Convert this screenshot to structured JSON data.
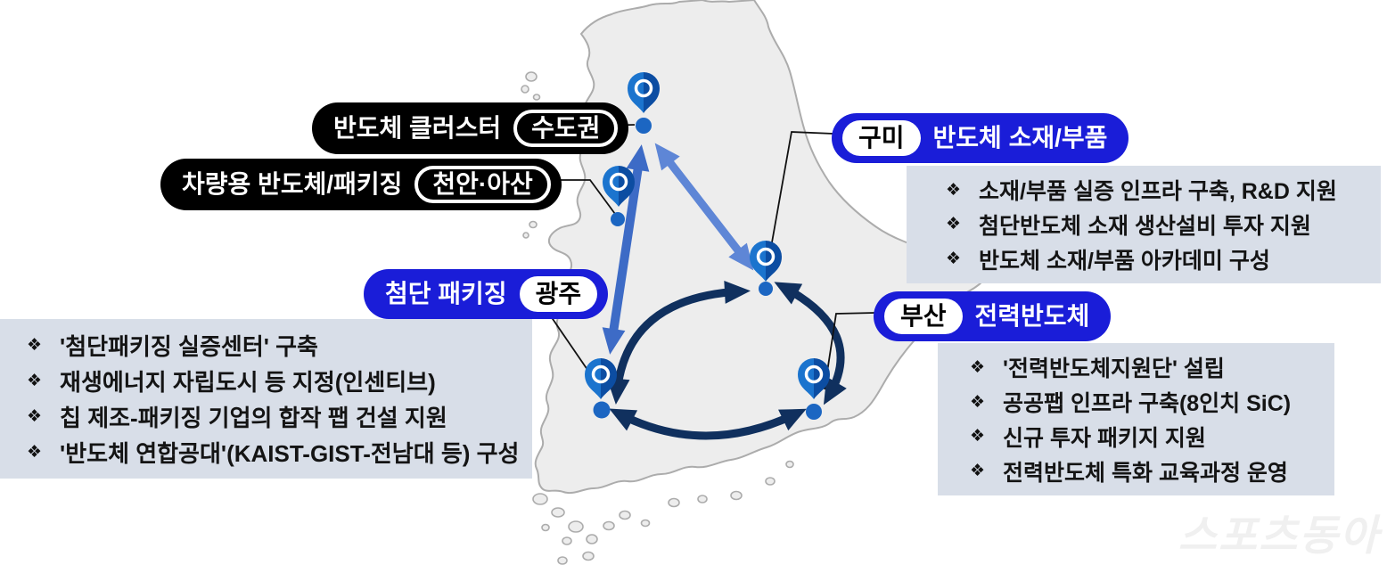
{
  "colors": {
    "pill_blue": "#1A1DD8",
    "pill_black": "#000000",
    "box_bg": "#D8DEE8",
    "navy_arrow": "#10305E",
    "blue_arrow_dark": "#3D6BC6",
    "blue_arrow_light": "#5E86D6",
    "map_fill": "#EDEDED",
    "map_stroke": "#ACACAC",
    "pin_blue": "#1B74CE",
    "pin_dark": "#0C4DA2",
    "dot_blue": "#1C66C2",
    "connector": "#111111",
    "watermark": "#F0F0F0"
  },
  "bullet": "❖",
  "labels": {
    "sudogwon": {
      "title": "반도체 클러스터",
      "region": "수도권"
    },
    "cheonan": {
      "title": "차량용 반도체/패키징",
      "region": "천안·아산"
    },
    "gwangju": {
      "title": "첨단 패키징",
      "region": "광주"
    },
    "gumi": {
      "region": "구미",
      "title": "반도체 소재/부품"
    },
    "busan": {
      "region": "부산",
      "title": "전력반도체"
    }
  },
  "panels": {
    "gwangju": {
      "items": [
        "'첨단패키징 실증센터' 구축",
        "재생에너지 자립도시 등 지정(인센티브)",
        "칩 제조-패키징 기업의 합작 팹 건설 지원",
        "'반도체 연합공대'(KAIST-GIST-전남대 등) 구성"
      ]
    },
    "gumi": {
      "items": [
        "소재/부품 실증 인프라 구축, R&D 지원",
        "첨단반도체 소재 생산설비 투자 지원",
        "반도체 소재/부품 아카데미 구성"
      ]
    },
    "busan": {
      "items": [
        "'전력반도체지원단'  설립",
        "공공팹 인프라 구축(8인치 SiC)",
        "신규 투자 패키지 지원",
        "전력반도체 특화 교육과정 운영"
      ]
    }
  },
  "watermark": "스포츠동아"
}
